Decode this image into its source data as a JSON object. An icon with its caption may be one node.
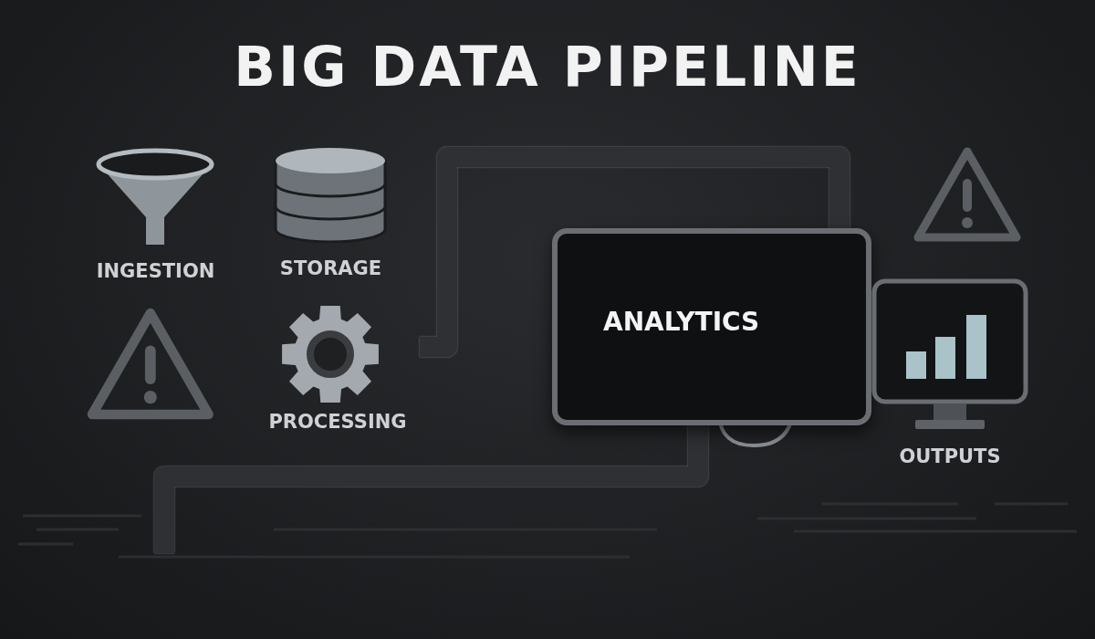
{
  "diagram": {
    "title": "BIG DATA PIPELINE",
    "nodes": [
      {
        "text": [
          "INGESTION"
        ]
      },
      {
        "text": [
          "STORAGE"
        ]
      },
      {
        "text": [
          "PROCESSING"
        ]
      },
      {
        "text": [
          "ANALYTICS"
        ]
      },
      {
        "text": [
          "OUTPUTS"
        ]
      }
    ],
    "edges": [
      {
        "from": 2,
        "to": 3,
        "arrow": "none"
      },
      {
        "from": 3,
        "to": null,
        "arrow": "none"
      }
    ]
  }
}
